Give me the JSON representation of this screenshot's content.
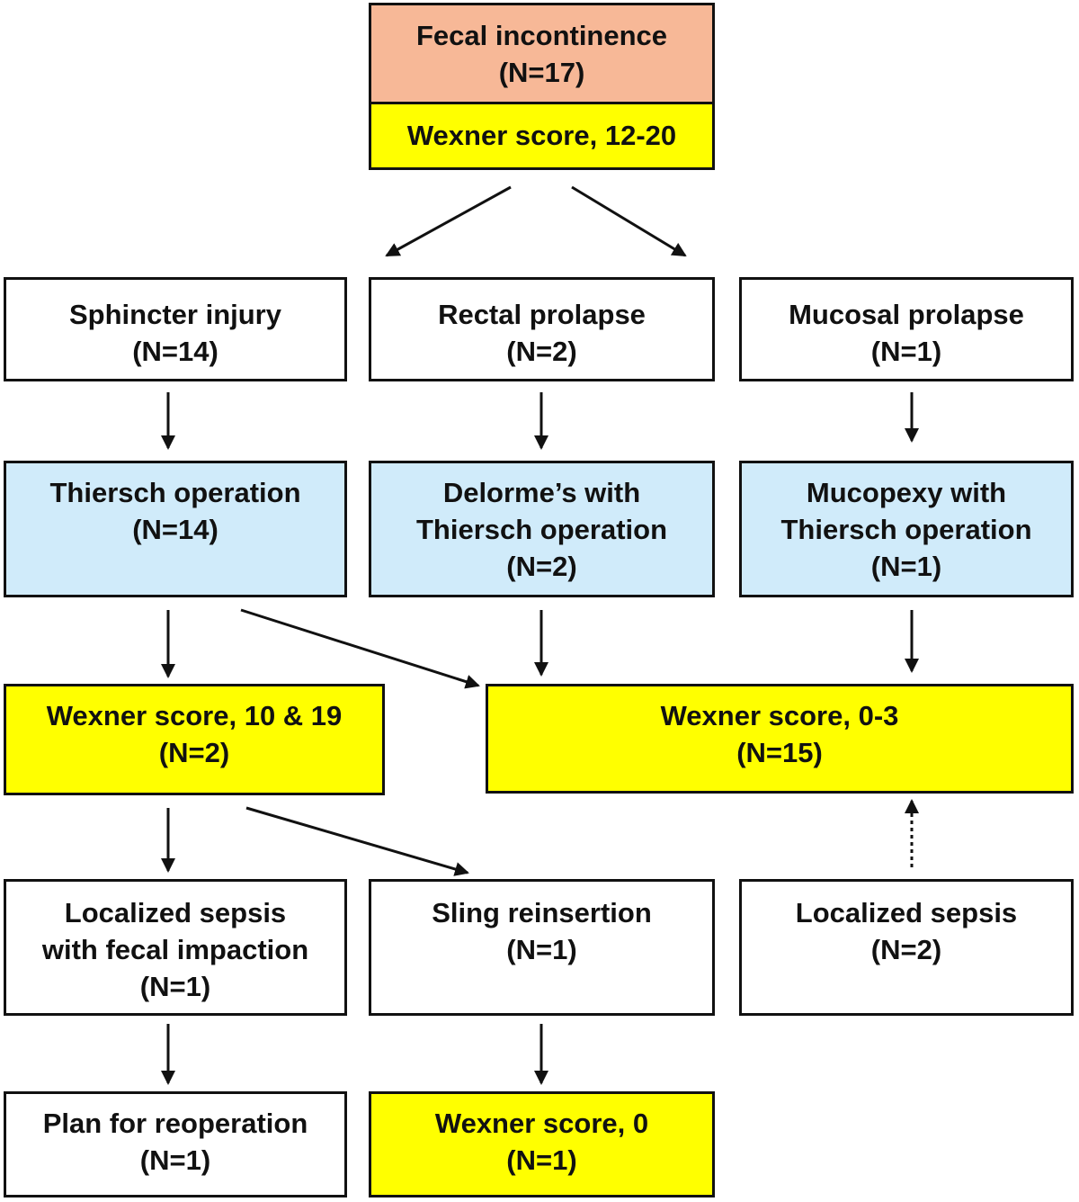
{
  "top": {
    "title": "Fecal incontinence",
    "count": "(N=17)",
    "score": "Wexner score, 12-20"
  },
  "row1": {
    "sphincter": {
      "title": "Sphincter injury",
      "count": "(N=14)"
    },
    "rectal": {
      "title": "Rectal prolapse",
      "count": "(N=2)"
    },
    "mucosal": {
      "title": "Mucosal prolapse",
      "count": "(N=1)"
    }
  },
  "row2": {
    "thiersch": {
      "title": "Thiersch operation",
      "count": "(N=14)"
    },
    "delorme": {
      "line1": "Delorme’s with",
      "line2": "Thiersch operation",
      "count": "(N=2)"
    },
    "mucopexy": {
      "line1": "Mucopexy with",
      "line2": "Thiersch operation",
      "count": "(N=1)"
    }
  },
  "row3": {
    "score_fail": {
      "title": "Wexner score, 10 & 19",
      "count": "(N=2)"
    },
    "score_good": {
      "title": "Wexner score, 0-3",
      "count": "(N=15)"
    }
  },
  "row4": {
    "sepsis_impaction": {
      "line1": "Localized sepsis",
      "line2": "with fecal impaction",
      "count": "(N=1)"
    },
    "sling": {
      "title": "Sling reinsertion",
      "count": "(N=1)"
    },
    "sepsis": {
      "title": "Localized sepsis",
      "count": "(N=2)"
    }
  },
  "row5": {
    "reoperation": {
      "title": "Plan for reoperation",
      "count": "(N=1)"
    },
    "score_zero": {
      "title": "Wexner score, 0",
      "count": "(N=1)"
    }
  },
  "colors": {
    "orange": "#f7b897",
    "yellow": "#ffff00",
    "blue": "#d0ebfa",
    "line": "#111111"
  }
}
